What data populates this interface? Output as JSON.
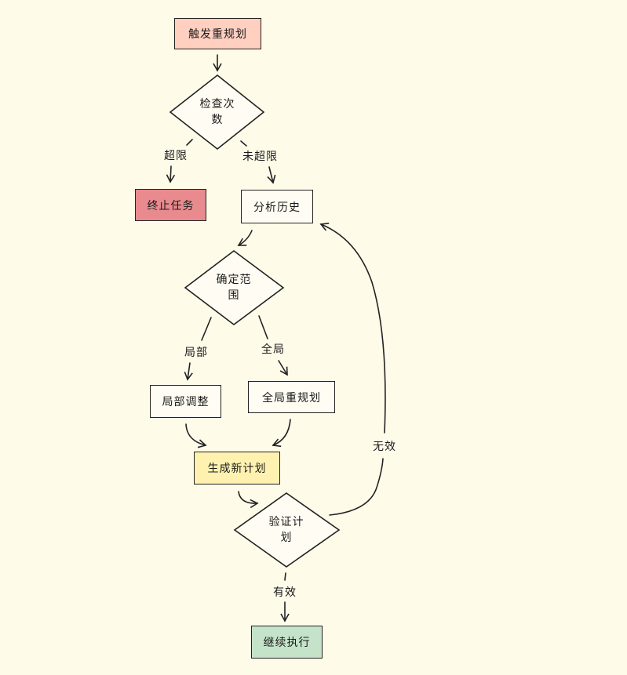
{
  "nodes": {
    "trigger": {
      "label": "触发重规划",
      "color": "#ffcfc0"
    },
    "check_count": {
      "label": "检查次\n数"
    },
    "terminate": {
      "label": "终止任务",
      "color": "#e88a8e"
    },
    "analyze": {
      "label": "分析历史"
    },
    "determine_scope": {
      "label": "确定范\n围"
    },
    "local_adjust": {
      "label": "局部调整"
    },
    "global_replan": {
      "label": "全局重规划"
    },
    "generate": {
      "label": "生成新计划",
      "color": "#fff2b0"
    },
    "validate": {
      "label": "验证计\n划"
    },
    "continue": {
      "label": "继续执行",
      "color": "#c4e3c8"
    }
  },
  "edges": {
    "exceeded": "超限",
    "not_exceeded": "未超限",
    "local": "局部",
    "global": "全局",
    "invalid": "无效",
    "valid": "有效"
  }
}
